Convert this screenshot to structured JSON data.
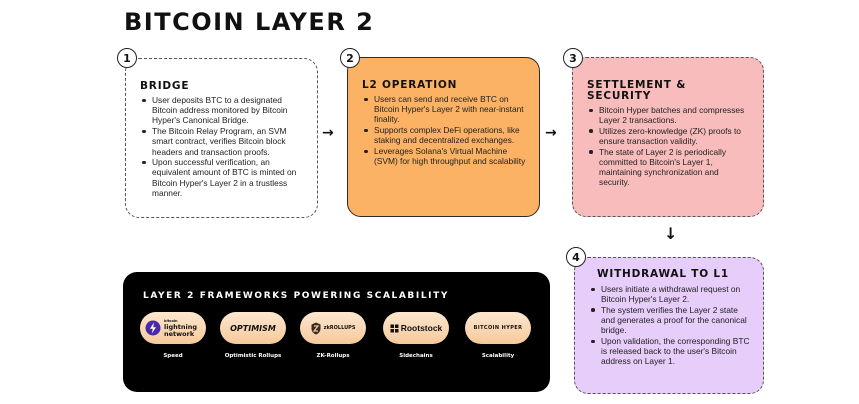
{
  "title": "BITCOIN LAYER 2",
  "steps": [
    {
      "number": "1",
      "title": "BRIDGE",
      "bullets": [
        "User deposits BTC to a designated Bitcoin address monitored by Bitcoin Hyper's Canonical Bridge.",
        "The Bitcoin Relay Program, an SVM smart contract, verifies Bitcoin block headers and transaction proofs.",
        "Upon successful verification, an equivalent amount of BTC is minted on Bitcoin Hyper's Layer 2 in a trustless manner."
      ],
      "color": "#ffffff"
    },
    {
      "number": "2",
      "title": "L2 OPERATION",
      "bullets": [
        "Users can send and receive BTC on Bitcoin Hyper's Layer 2 with near-instant finality.",
        "Supports complex DeFi operations, like staking and decentralized exchanges.",
        "Leverages Solana's Virtual Machine (SVM) for high throughput and scalability"
      ],
      "color": "#fbb264"
    },
    {
      "number": "3",
      "title": "SETTLEMENT & SECURITY",
      "bullets": [
        "Bitcoin Hyper batches and compresses Layer 2 transactions.",
        "Utilizes zero-knowledge (ZK) proofs to ensure transaction validity.",
        "The state of Layer 2 is periodically committed to Bitcoin's Layer 1, maintaining synchronization and security."
      ],
      "color": "#f8bcbc"
    },
    {
      "number": "4",
      "title": "WITHDRAWAL TO L1",
      "bullets": [
        "Users initiate a withdrawal request on Bitcoin Hyper's Layer 2.",
        "The system verifies the Layer 2 state and generates a proof for the canonical bridge.",
        "Upon validation, the corresponding BTC is released back to the user's Bitcoin address on Layer 1."
      ],
      "color": "#e6cdfa"
    }
  ],
  "arrows": {
    "right": "→",
    "down": "↓"
  },
  "frameworks": {
    "title": "LAYER 2 FRAMEWORKS POWERING SCALABILITY",
    "items": [
      {
        "logo_text": "lightning network",
        "logo_small": "bitcoin",
        "caption": "Speed"
      },
      {
        "logo_text": "OPTIMISM",
        "caption": "Optimistic Rollups"
      },
      {
        "logo_text": "zkROLLUPS",
        "caption": "ZK-Rollups"
      },
      {
        "logo_text": "Rootstock",
        "caption": "Sidechains"
      },
      {
        "logo_text": "BITCOIN HYPER",
        "caption": "Scalability"
      }
    ]
  },
  "colors": {
    "orange": "#fbb264",
    "pink": "#f8bcbc",
    "purple": "#e6cdfa",
    "dark": "#000000",
    "pill": "#f6c99b"
  }
}
